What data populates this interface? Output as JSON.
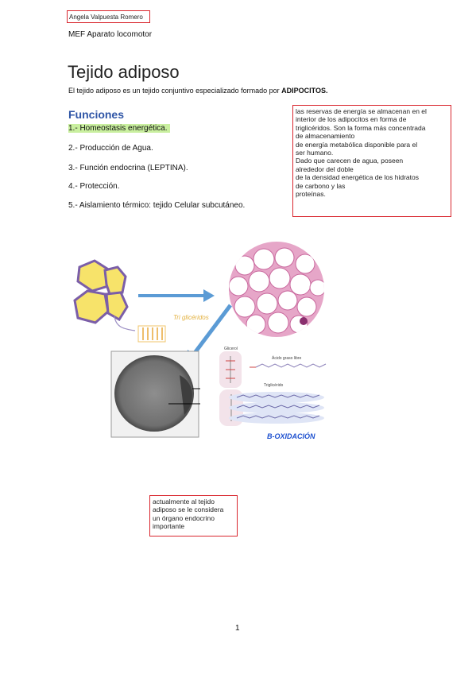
{
  "header": {
    "author": "Angela Valpuesta Romero",
    "course": "MEF Aparato locomotor"
  },
  "document": {
    "title": "Tejido adiposo",
    "intro_text": "El tejido adiposo es un tejido conjuntivo especializado formado por ",
    "intro_bold": "ADIPOCITOS.",
    "functions_heading": "Funciones",
    "functions": [
      "1.- Homeostasis energética.",
      "2.- Producción de Agua.",
      "3.- Función endocrina (LEPTINA).",
      "4.- Protección.",
      "5.- Aislamiento térmico: tejido Celular subcutáneo."
    ]
  },
  "note_energy": {
    "lines": [
      "las reservas de energía se almacenan en el",
      "interior de los adipocitos en forma de",
      "triglicéridos. Son la forma más concentrada",
      "de almacenamiento",
      "de energía metabólica disponible para el",
      "ser humano.",
      "Dado que carecen de agua, poseen",
      "alrededor del doble",
      "de la densidad energética de los hidratos",
      "de carbono y las",
      "proteínas."
    ]
  },
  "figure": {
    "sketch_label": "Tri glicéridos",
    "glycerol_label": "Glicerol",
    "fatty_acid_label": "Ácido graso libre",
    "triglyceride_label": "Triglicérido",
    "oxidation_label": "B-OXIDACIÓN",
    "colors": {
      "cell_yellow": "#f7e36a",
      "cell_outline": "#7b5ea8",
      "arrow_blue": "#5b9bd5",
      "tissue_pink": "#d98bb6",
      "oxidation_blue": "#1c4fcf"
    }
  },
  "note_endocrine": {
    "lines": [
      "actualmente al tejido",
      "adiposo se le considera",
      "un órgano endocrino",
      "importante"
    ]
  },
  "footer": {
    "page_number": "1"
  }
}
